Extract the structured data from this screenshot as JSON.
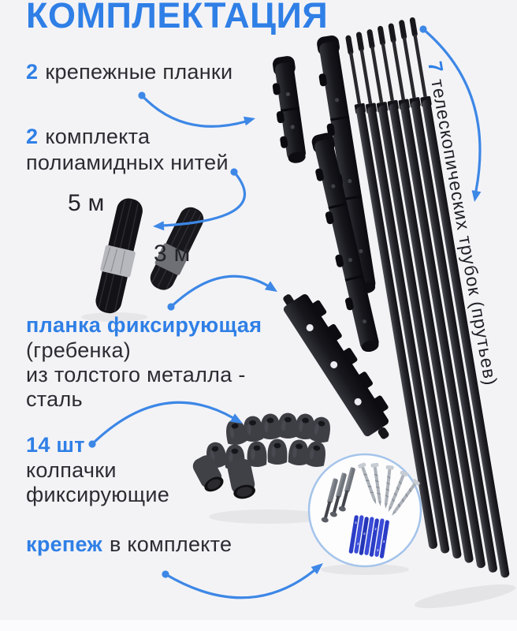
{
  "colors": {
    "background": "#f3f3f6",
    "accent_blue": "#2f7fe6",
    "arrow_blue": "#3d87e6",
    "text_dark": "#2b2b32",
    "product_black": "#1a1a1f",
    "dowel_blue": "#2b3dc6",
    "screw_gray": "#adb2b9"
  },
  "title": "КОМПЛЕКТАЦИЯ",
  "sections": {
    "brackets": {
      "count": "2",
      "label": "крепежные планки"
    },
    "threads": {
      "count": "2",
      "label_line1": "комплекта",
      "label_line2": "полиамидных нитей",
      "length_long": "5 м",
      "length_short": "3 м"
    },
    "comb": {
      "highlight": "планка фиксирующая",
      "line2": "(гребенка)",
      "line3": "из толстого металла -",
      "line4": "сталь"
    },
    "caps": {
      "count": "14 шт",
      "line1": "колпачки",
      "line2": "фиксирующие"
    },
    "fasteners": {
      "highlight": "крепеж",
      "rest": "в комплекте"
    },
    "rods": {
      "count": "7",
      "label": "телескопических трубок (прутьев)"
    }
  }
}
